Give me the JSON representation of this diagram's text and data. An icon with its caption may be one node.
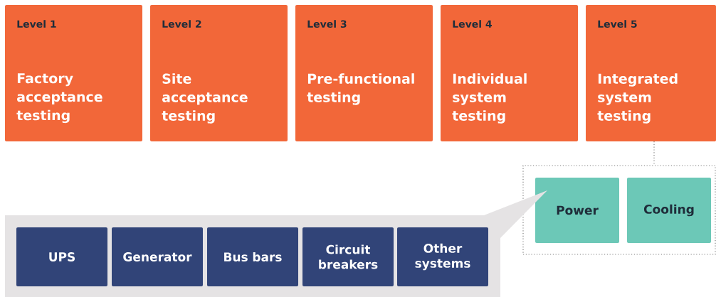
{
  "diagram": {
    "nodes": [
      {
        "text": [
          "Level 1",
          "Factory acceptance testing"
        ]
      },
      {
        "text": [
          "Level 2",
          "Site acceptance testing"
        ]
      },
      {
        "text": [
          "Level 3",
          "Pre-functional testing"
        ]
      },
      {
        "text": [
          "Level 4",
          "Individual system testing"
        ]
      },
      {
        "text": [
          "Level 5",
          "Integrated system testing"
        ]
      },
      {
        "text": [],
        "shape": "box"
      },
      {
        "text": [
          "Power"
        ],
        "in": 5
      },
      {
        "text": [
          "Cooling"
        ],
        "in": 5
      },
      {
        "text": [],
        "shape": "box"
      },
      {
        "text": [
          "UPS"
        ],
        "in": 8
      },
      {
        "text": [
          "Generator"
        ],
        "in": 8
      },
      {
        "text": [
          "Bus bars"
        ],
        "in": 8
      },
      {
        "text": [
          "Circuit breakers"
        ],
        "in": 8
      },
      {
        "text": [
          "Other systems"
        ],
        "in": 8
      }
    ],
    "edges": [
      {
        "from": 4,
        "to": 5,
        "arrow": "none",
        "style": "dashed"
      }
    ]
  }
}
